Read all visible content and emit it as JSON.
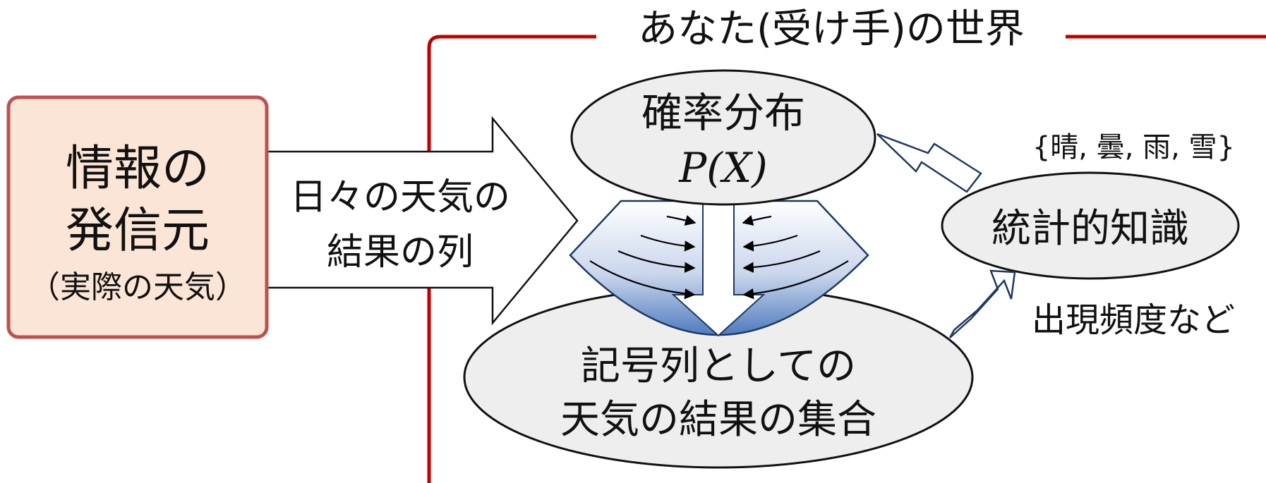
{
  "world": {
    "title": "あなた(受け手)の世界",
    "border_color": "#c00000"
  },
  "source": {
    "line1": "情報の",
    "line2": "発信元",
    "line3": "（実際の天気）",
    "fill_color": "#fbe5d6",
    "border_color": "#c0504d"
  },
  "flow_arrow": {
    "line1": "日々の天気の",
    "line2": "結果の列"
  },
  "probability": {
    "line1": "確率分布",
    "formula": "P(X)"
  },
  "sequence_set": {
    "line1": "記号列としての",
    "line2": "天気の結果の集合"
  },
  "knowledge": {
    "label": "統計的知識"
  },
  "alphabet": {
    "label": "{晴, 曇, 雨, 雪}"
  },
  "frequency": {
    "label": "出現頻度など"
  },
  "colors": {
    "ellipse_fill": "#eeeeee",
    "funnel_blue": "#4f7bbf",
    "arrow_stroke": "#1f3864"
  }
}
